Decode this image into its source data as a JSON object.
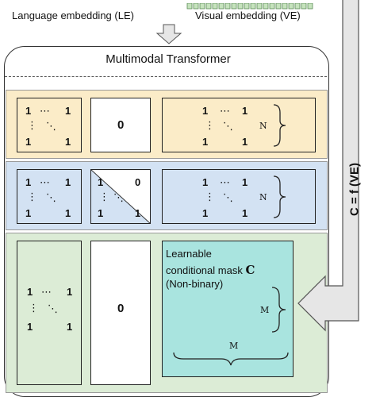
{
  "labels": {
    "language_embedding": "Language embedding (LE)",
    "visual_embedding": "Visual embedding (VE)",
    "transformer_title": "Multimodal Transformer",
    "c_formula": "C = f (VE)",
    "mask_line1": "Learnable",
    "mask_line2": "conditional mask",
    "mask_symbol": "C",
    "mask_line3": "(Non-binary)",
    "n_label": "N",
    "m_label": "M"
  },
  "matrix": {
    "one": "1",
    "hdots": "⋯",
    "vdots": "⋮",
    "ddots": "⋱",
    "zero": "0"
  },
  "colors": {
    "yellow_band": "#fbecc8",
    "blue_band": "#d3e2f3",
    "green_band": "#dcecd6",
    "mask_fill": "#a9e4df",
    "arrow_fill": "#e6e6e6",
    "visual_token": "#c6e3bd"
  }
}
